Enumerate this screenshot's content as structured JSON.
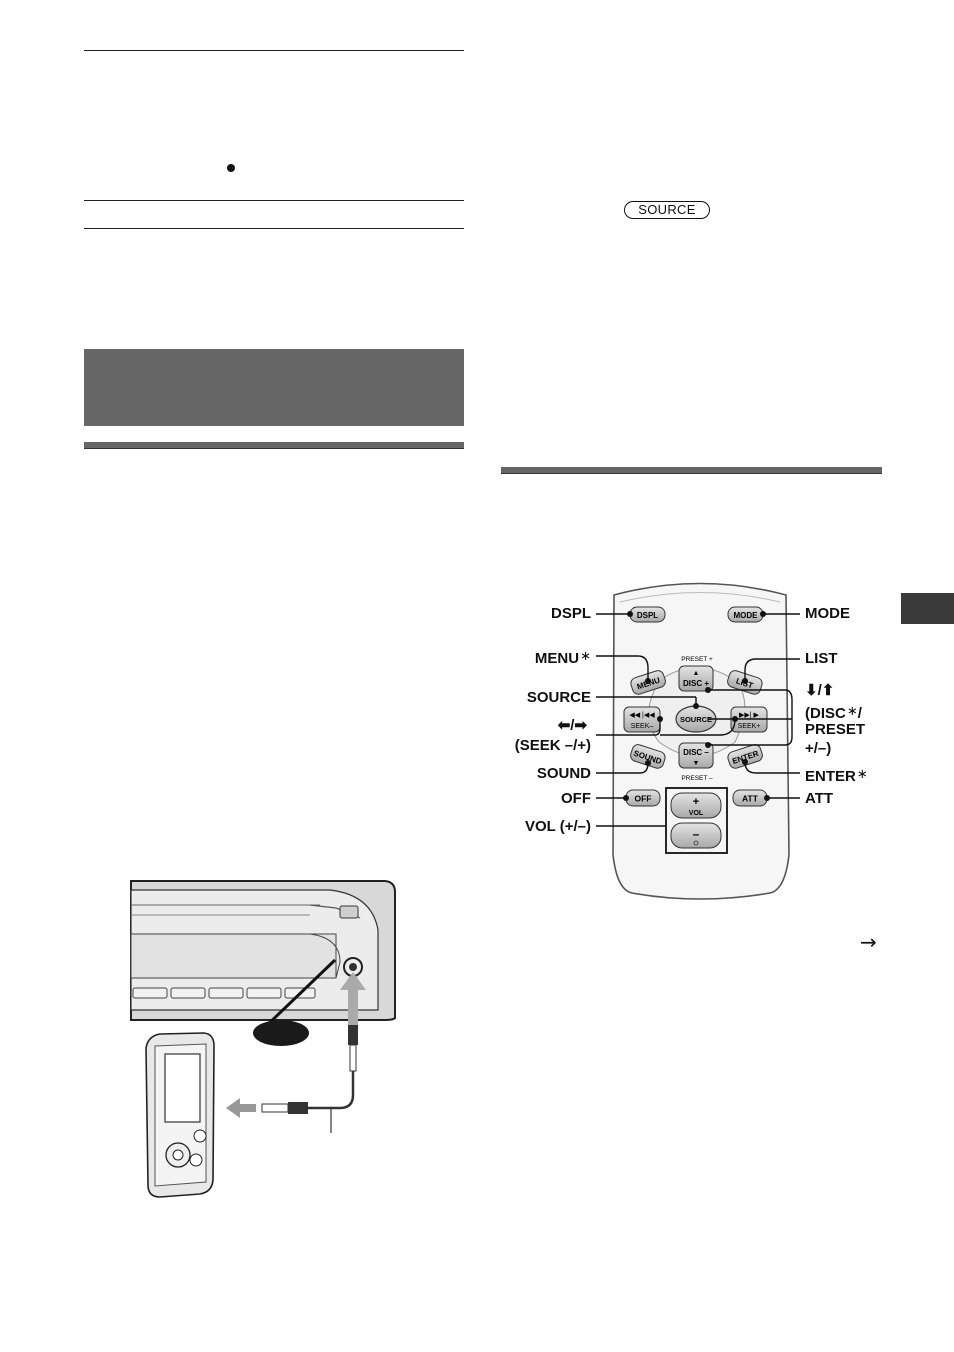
{
  "source_button": {
    "label": "SOURCE"
  },
  "remote_labels": {
    "dspl": "DSPL",
    "menu": "MENU",
    "source": "SOURCE",
    "seek_arrows": "⬅/➡",
    "seek": "(SEEK –/+)",
    "sound": "SOUND",
    "off": "OFF",
    "vol": "VOL (+/–)",
    "mode": "MODE",
    "list": "LIST",
    "disc_arrows": "⬇/⬆",
    "disc": "(DISC",
    "disc_slash": "/",
    "preset": "PRESET",
    "preset_pm": "+/–)",
    "enter": "ENTER",
    "att": "ATT",
    "asterisk": "∗"
  },
  "remote_keys": {
    "dspl": "DSPL",
    "mode": "MODE",
    "menu": "MENU",
    "list": "LIST",
    "disc_plus": "DISC +",
    "disc_minus": "DISC –",
    "source": "SOURCE",
    "seek_minus": "SEEK–",
    "seek_plus": "SEEK+",
    "sound": "SOUND",
    "enter": "ENTER",
    "off": "OFF",
    "att": "ATT",
    "vol": "VOL",
    "plus": "+",
    "minus": "–",
    "preset_plus": "PRESET +",
    "preset_minus": "PRESET –"
  },
  "continue_arrow": "→"
}
